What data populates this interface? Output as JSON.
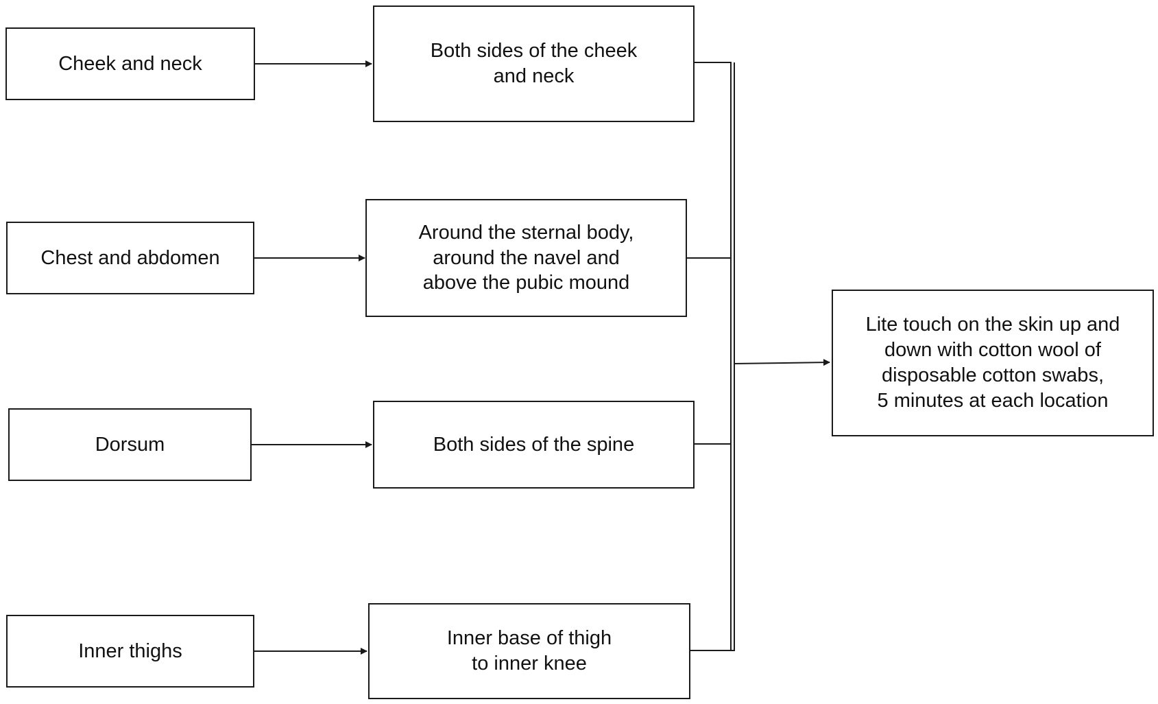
{
  "diagram": {
    "colors": {
      "stroke": "#1a1a1a",
      "text": "#111111",
      "background": "#ffffff"
    },
    "regions": [
      {
        "id": "cheek",
        "label": "Cheek and neck",
        "location": "Both sides of the cheek\nand neck"
      },
      {
        "id": "chest",
        "label": "Chest and abdomen",
        "location": "Around the sternal body,\naround the navel and\nabove the pubic mound"
      },
      {
        "id": "dorsum",
        "label": "Dorsum",
        "location": "Both sides of the spine"
      },
      {
        "id": "thighs",
        "label": "Inner thighs",
        "location": "Inner base of thigh\nto inner knee"
      }
    ],
    "outcome": "Lite touch on the skin up and\ndown with cotton wool of\ndisposable cotton swabs,\n5 minutes at each location"
  }
}
